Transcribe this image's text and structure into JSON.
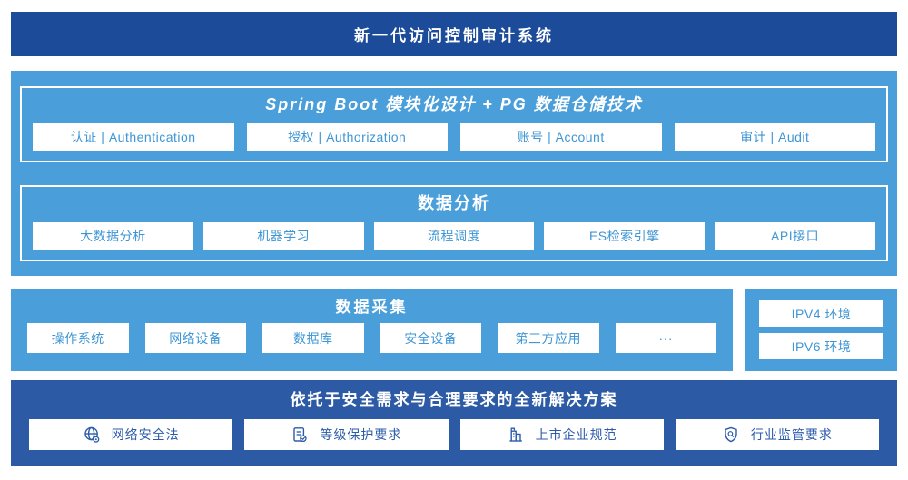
{
  "banner": {
    "title": "新一代访问控制审计系统"
  },
  "colors": {
    "dark_blue": "#1c4b9a",
    "solution_blue": "#2d5aa5",
    "light_blue": "#4a9ed9",
    "pill_text_blue": "#3e96d5",
    "solution_text_blue": "#2b5ba9",
    "white": "#ffffff"
  },
  "platform": {
    "modules_section": {
      "title": "Spring Boot 模块化设计 + PG 数据仓储技术",
      "items": [
        "认证 | Authentication",
        "授权 | Authorization",
        "账号 | Account",
        "审计 | Audit"
      ]
    },
    "analysis_section": {
      "title": "数据分析",
      "items": [
        "大数据分析",
        "机器学习",
        "流程调度",
        "ES检索引擎",
        "API接口"
      ]
    }
  },
  "collection": {
    "title": "数据采集",
    "items": [
      "操作系统",
      "网络设备",
      "数据库",
      "安全设备",
      "第三方应用",
      "···"
    ],
    "environments": [
      "IPV4 环境",
      "IPV6 环境"
    ]
  },
  "solution": {
    "title": "依托于安全需求与合理要求的全新解决方案",
    "items": [
      {
        "icon": "globe-icon",
        "label": "网络安全法"
      },
      {
        "icon": "document-check-icon",
        "label": "等级保护要求"
      },
      {
        "icon": "building-icon",
        "label": "上市企业规范"
      },
      {
        "icon": "shield-search-icon",
        "label": "行业监管要求"
      }
    ]
  }
}
